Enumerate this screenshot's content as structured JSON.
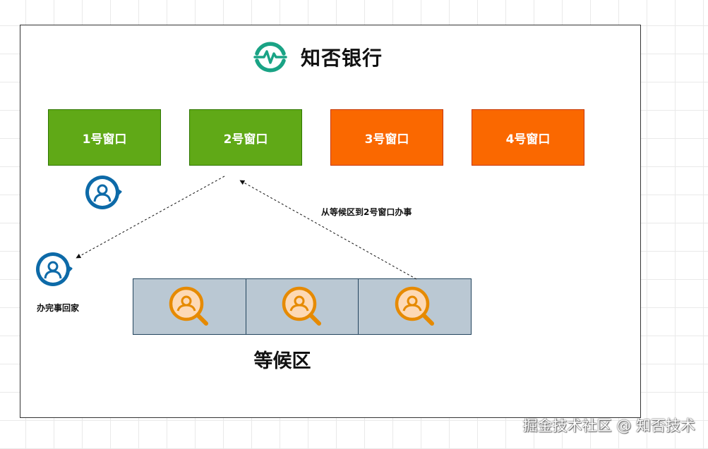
{
  "brand": {
    "name": "知否银行",
    "logo_icon": "pulse-circle-icon",
    "accent": "#1aa385"
  },
  "windows": [
    {
      "label": "1号窗口",
      "color": "#60a917"
    },
    {
      "label": "2号窗口",
      "color": "#60a917"
    },
    {
      "label": "3号窗口",
      "color": "#fa6800"
    },
    {
      "label": "4号窗口",
      "color": "#fa6800"
    }
  ],
  "labels": {
    "done_go_home": "办完事回家",
    "move_to_window": "从等候区到2号窗口办事",
    "waiting_area": "等候区"
  },
  "icons": {
    "served_customer": "user-circle-icon",
    "waiting_customer": "user-search-icon"
  },
  "colors": {
    "customer_blue": "#0d6aa8",
    "waiting_orange": "#e68a00",
    "waiting_slot": "#bac8d3"
  },
  "watermark": "掘金技术社区 @ 知否技术"
}
